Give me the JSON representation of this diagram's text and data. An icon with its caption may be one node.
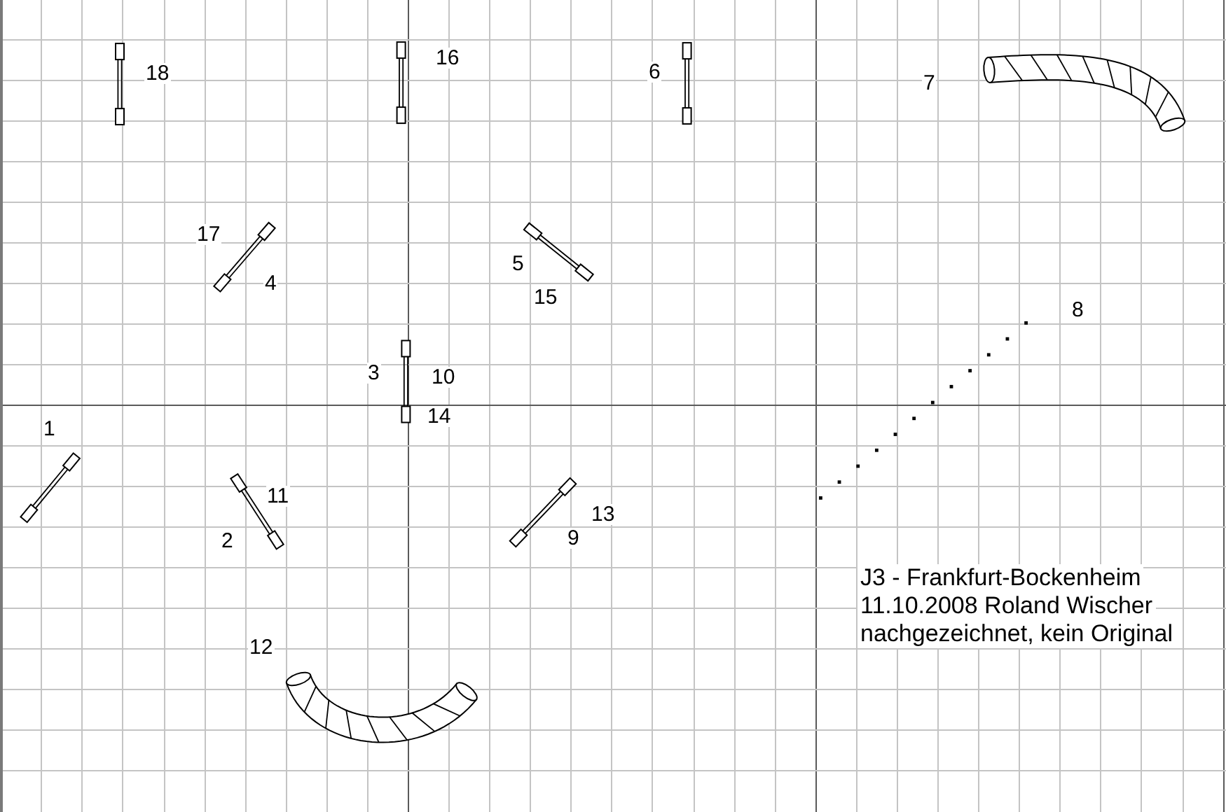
{
  "diagram": {
    "labels": [
      "18",
      "16",
      "6",
      "7",
      "17",
      "5",
      "4",
      "15",
      "8",
      "3",
      "10",
      "14",
      "1",
      "11",
      "13",
      "2",
      "9",
      "J3 - Frankfurt-Bockenheim",
      "11.10.2008 Roland Wischer",
      "nachgezeichnet, kein Original",
      "12"
    ]
  }
}
